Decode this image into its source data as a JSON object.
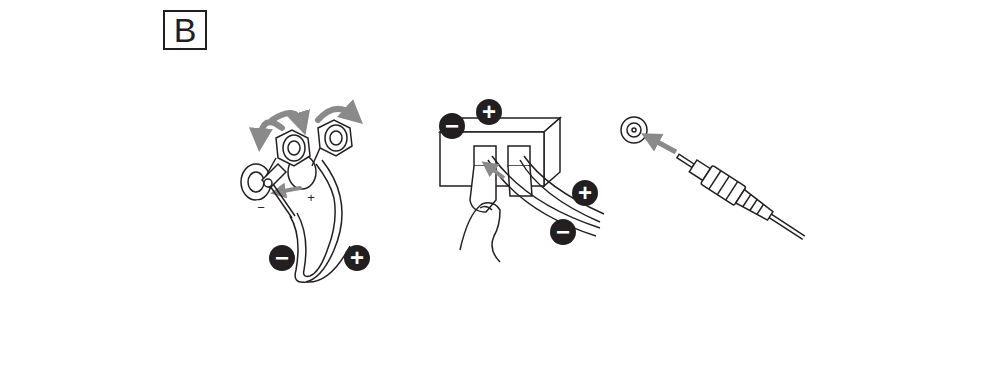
{
  "diagram": {
    "nodes": [
      {
        "text": [
          "B"
        ]
      }
    ],
    "labels": [
      "−",
      "+",
      "−",
      "+",
      "−",
      "+",
      "+",
      "−"
    ]
  }
}
